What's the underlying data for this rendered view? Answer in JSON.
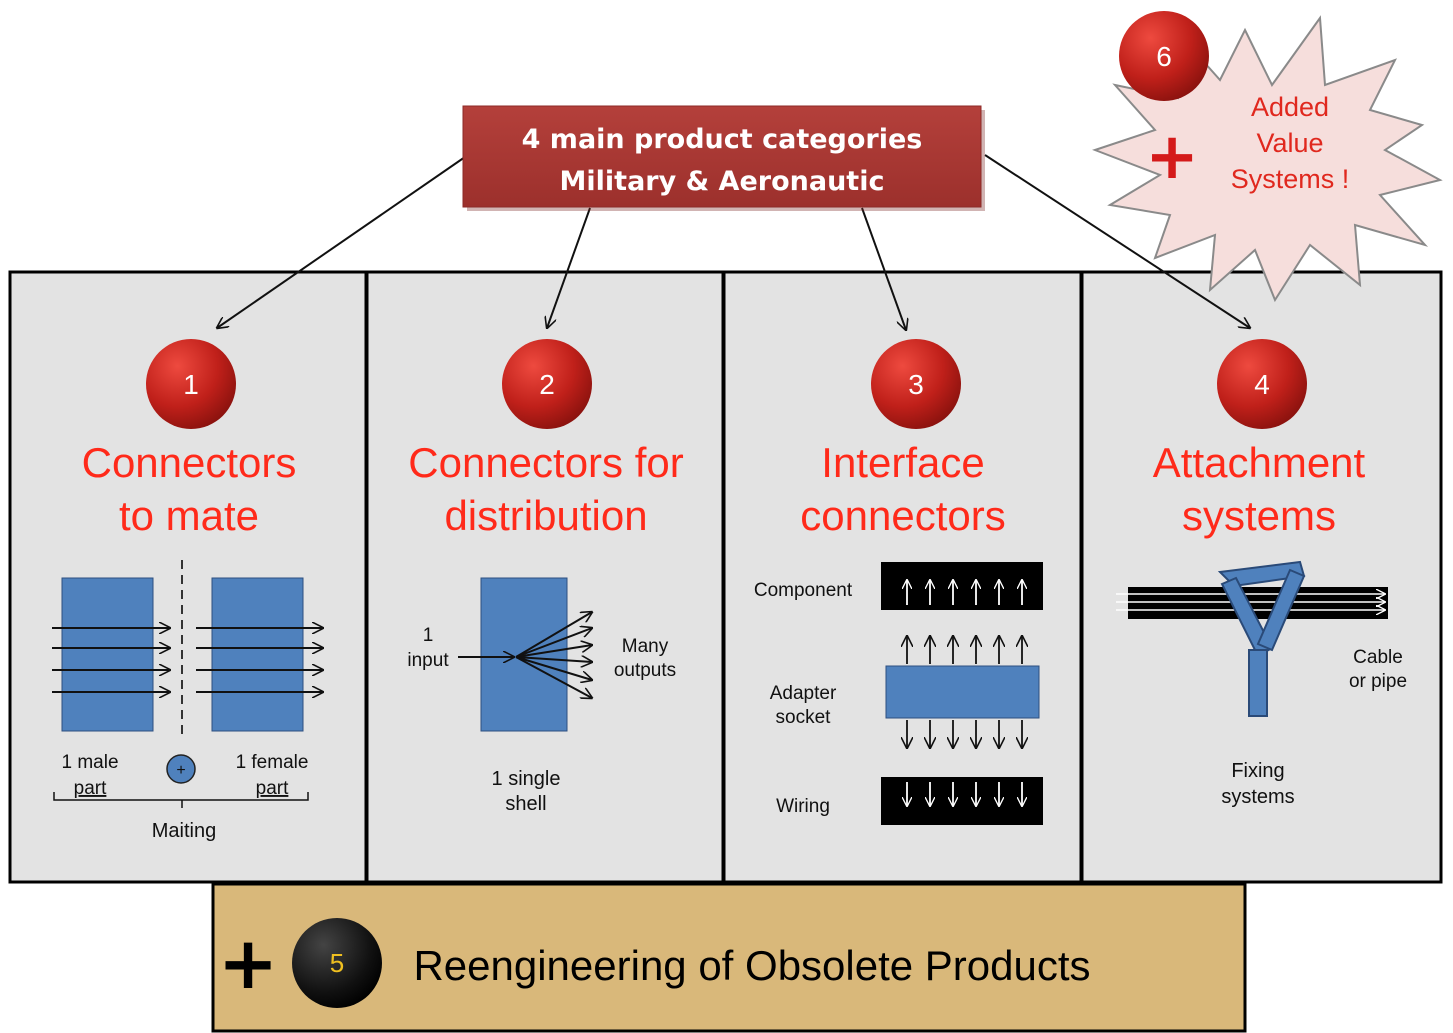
{
  "header": {
    "line1": "4 main product categories",
    "line2": "Military & Aeronautic"
  },
  "badges": {
    "b1": "1",
    "b2": "2",
    "b3": "3",
    "b4": "4",
    "b5": "5",
    "b6": "6"
  },
  "categories": [
    {
      "title1": "Connectors",
      "title2": "to mate"
    },
    {
      "title1": "Connectors for",
      "title2": "distribution"
    },
    {
      "title1": "Interface",
      "title2": "connectors"
    },
    {
      "title1": "Attachment",
      "title2": "systems"
    }
  ],
  "mate": {
    "male1": "1 male",
    "male2": "part",
    "plus": "+",
    "female1": "1 female",
    "female2": "part",
    "mating": "Maiting"
  },
  "distribution": {
    "in1": "1",
    "in2": "input",
    "out1": "Many",
    "out2": "outputs",
    "shell1": "1 single",
    "shell2": "shell"
  },
  "interface": {
    "component": "Component",
    "adapter1": "Adapter",
    "adapter2": "socket",
    "wiring": "Wiring"
  },
  "attachment": {
    "cable1": "Cable",
    "cable2": "or pipe",
    "fix1": "Fixing",
    "fix2": "systems"
  },
  "added_value": {
    "plus": "+",
    "line1": "Added",
    "line2": "Value",
    "line3": "Systems !"
  },
  "bottom": {
    "plus": "+",
    "text": "Reengineering of Obsolete Products"
  },
  "colors": {
    "title_red": "#ff2a1a",
    "header_fill": "#a93a36",
    "panel_fill": "#e3e3e3",
    "shape_blue": "#4f81bd",
    "bottom_fill": "#d9b87a",
    "starburst_fill": "#f6dedc"
  }
}
